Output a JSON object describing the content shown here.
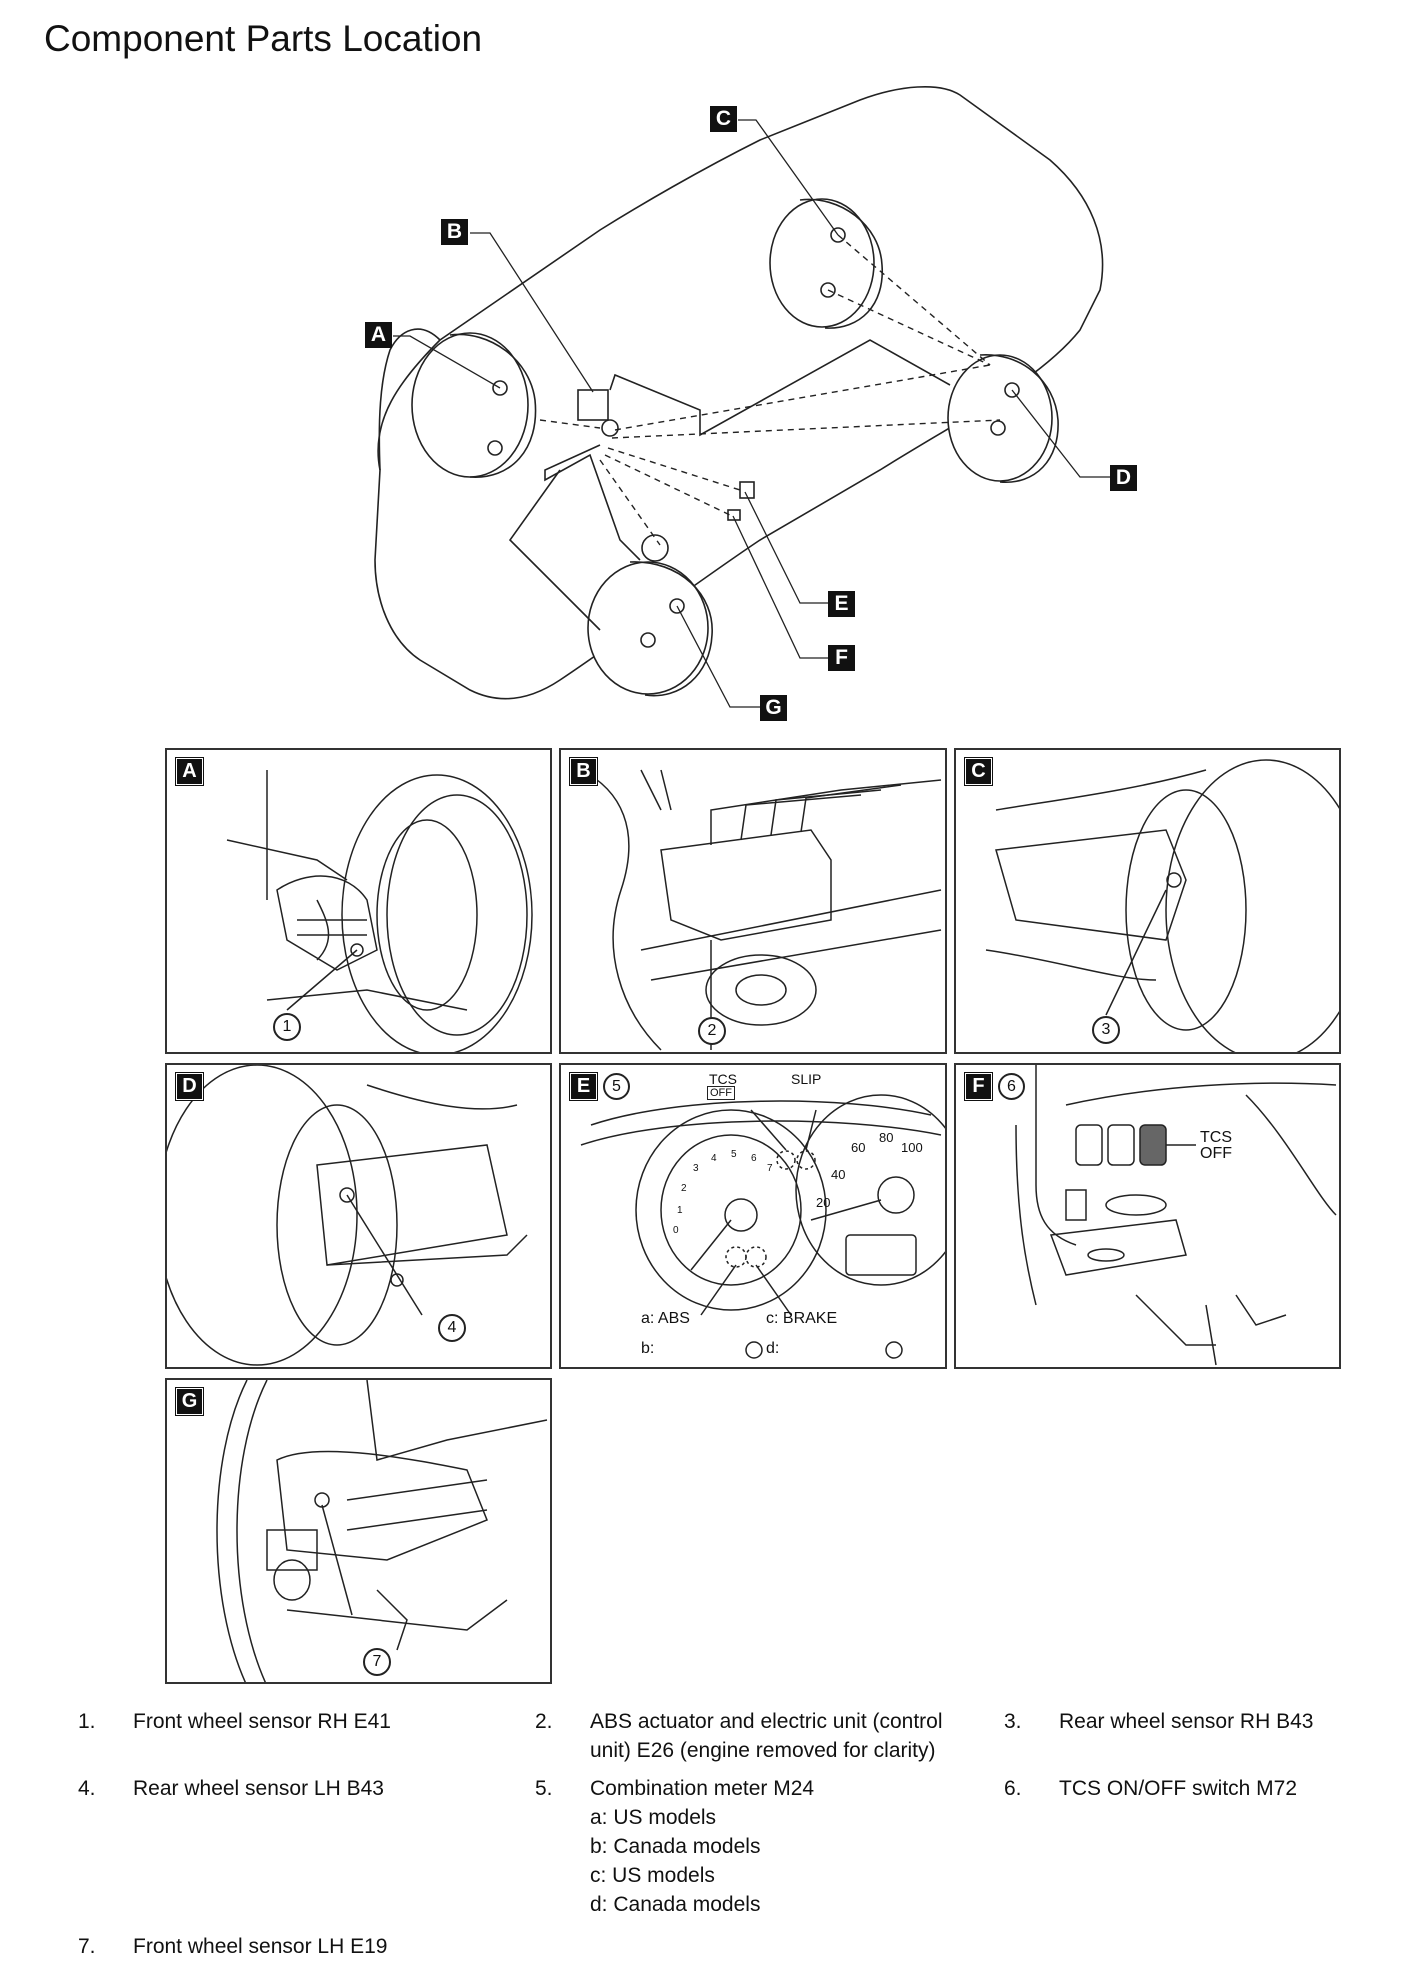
{
  "title": "Component Parts Location",
  "overview_tags": [
    "A",
    "B",
    "C",
    "D",
    "E",
    "F",
    "G"
  ],
  "panels": [
    {
      "tag": "A",
      "callout": "1"
    },
    {
      "tag": "B",
      "callout": "2"
    },
    {
      "tag": "C",
      "callout": "3"
    },
    {
      "tag": "D",
      "callout": "4"
    },
    {
      "tag": "E",
      "number": "5",
      "tcs": "TCS",
      "tcs_off": "OFF",
      "slip": "SLIP",
      "label_a": "a: ABS",
      "label_b": "b:",
      "label_c": "c: BRAKE",
      "label_d": "d:",
      "speed_ticks": [
        "20",
        "40",
        "60",
        "80",
        "100"
      ],
      "tach_ticks": [
        "0",
        "1",
        "2",
        "3",
        "4",
        "5",
        "6",
        "7"
      ]
    },
    {
      "tag": "F",
      "number": "6",
      "switch_label": "TCS",
      "switch_label2": "OFF"
    },
    {
      "tag": "G",
      "callout": "7"
    }
  ],
  "legend": [
    {
      "num": "1.",
      "text": "Front wheel sensor RH E41"
    },
    {
      "num": "2.",
      "text": "ABS actuator and electric unit (control",
      "text2": "unit) E26 (engine removed for clarity)"
    },
    {
      "num": "3.",
      "text": "Rear wheel sensor RH B43"
    },
    {
      "num": "4.",
      "text": "Rear wheel sensor LH B43"
    },
    {
      "num": "5.",
      "text": "Combination meter M24",
      "subs": [
        "a: US models",
        "b: Canada models",
        "c: US models",
        "d: Canada models"
      ]
    },
    {
      "num": "6.",
      "text": "TCS ON/OFF switch M72"
    },
    {
      "num": "7.",
      "text": "Front wheel sensor LH E19"
    }
  ]
}
